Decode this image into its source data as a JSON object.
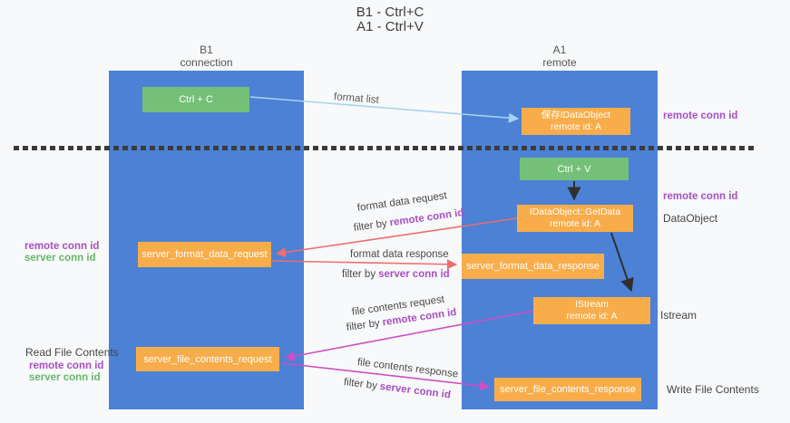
{
  "title": {
    "line1": "B1 - Ctrl+C",
    "line2": "A1 - Ctrl+V"
  },
  "lifelines": {
    "left": {
      "name": "B1",
      "role": "connection"
    },
    "right": {
      "name": "A1",
      "role": "remote"
    }
  },
  "nodes": {
    "ctrl_c": {
      "label": "Ctrl + C"
    },
    "ctrl_v": {
      "label": "Ctrl + V"
    },
    "save_dataobject": {
      "line1": "保存IDataObject",
      "line2": "remote id: A"
    },
    "getdata": {
      "line1": "IDataObject::GetData",
      "line2": "remote id: A"
    },
    "istream": {
      "line1": "IStream",
      "line2": "remote id: A"
    },
    "format_request": {
      "label": "server_format_data_request"
    },
    "format_response": {
      "label": "server_format_data_response"
    },
    "file_request": {
      "label": "server_file_contents_request"
    },
    "file_response": {
      "label": "server_file_contents_response"
    }
  },
  "flow_labels": {
    "format_list": "format list",
    "format_data_request": "format data request",
    "format_data_response": "format data response",
    "file_contents_request": "file contents request",
    "file_contents_response": "file contents response",
    "filter_by": "filter by",
    "remote_conn_id": "remote conn id",
    "server_conn_id": "server conn id"
  },
  "side_labels": {
    "remote_conn_id": "remote conn id",
    "server_conn_id": "server conn id",
    "dataobject": "DataObject",
    "istream": "Istream",
    "read_file_contents": "Read File Contents",
    "write_file_contents": "Write File Contents"
  },
  "colors": {
    "lifeline_blue": "#4c81d5",
    "node_green": "#74c078",
    "node_orange": "#f9ad4a",
    "arrow_lightblue": "#a6d4f2",
    "arrow_red": "#ee6d6d",
    "arrow_magenta": "#ce4fc5",
    "arrow_black": "#303030",
    "label_purple": "#a84fc6",
    "label_green": "#67b96b"
  }
}
